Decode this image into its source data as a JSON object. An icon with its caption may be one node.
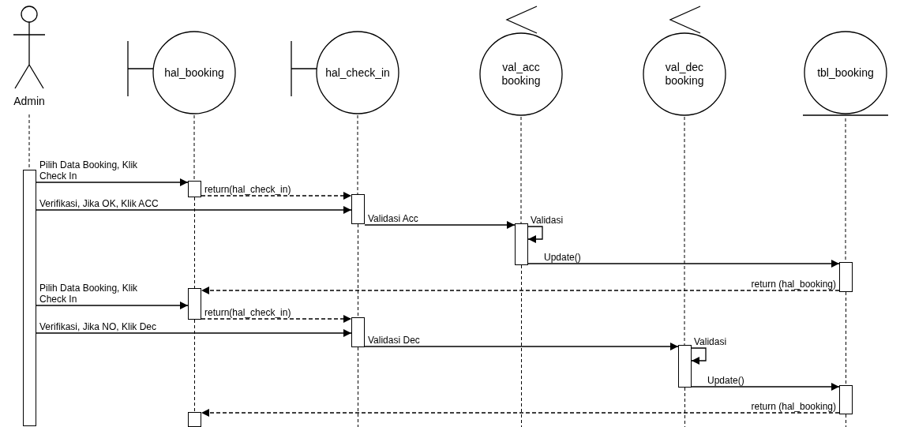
{
  "diagram": {
    "nodes": [
      {
        "text": [
          "Admin"
        ]
      },
      {
        "text": [
          "hal_booking"
        ]
      },
      {
        "text": [
          "hal_check_in"
        ]
      },
      {
        "text": [
          "val_acc booking"
        ]
      },
      {
        "text": [
          "val_dec booking"
        ]
      },
      {
        "text": [
          "tbl_booking"
        ]
      },
      {
        "text": [],
        "shape": "bar"
      },
      {
        "text": [],
        "shape": "bar"
      },
      {
        "text": [],
        "shape": "bar"
      },
      {
        "text": [],
        "shape": "bar"
      },
      {
        "text": [],
        "shape": "bar"
      },
      {
        "text": [],
        "shape": "bar"
      },
      {
        "text": [],
        "shape": "bar"
      },
      {
        "text": [],
        "shape": "bar"
      },
      {
        "text": [],
        "shape": "bar"
      },
      {
        "text": [],
        "shape": "bar"
      }
    ],
    "edges": [
      {
        "from": 6,
        "to": 7,
        "arrow": "to",
        "label": "Pilih Data Booking, Klik Check In"
      },
      {
        "from": 7,
        "to": 8,
        "arrow": "to",
        "label": "return(hal_check_in)",
        "style": "dashed"
      },
      {
        "from": 6,
        "to": 8,
        "arrow": "to",
        "label": "Verifikasi, Jika OK, Klik ACC"
      },
      {
        "from": 8,
        "to": 9,
        "arrow": "to",
        "label": "Validasi Acc"
      },
      {
        "from": 9,
        "to": 9,
        "arrow": "to",
        "label": "Validasi"
      },
      {
        "from": 9,
        "to": 10,
        "arrow": "to",
        "label": "Update()"
      },
      {
        "from": 10,
        "to": 11,
        "arrow": "to",
        "label": "return (hal_booking)",
        "style": "dashed"
      },
      {
        "from": 6,
        "to": 11,
        "arrow": "to",
        "label": "Pilih Data Booking, Klik Check In"
      },
      {
        "from": 11,
        "to": 12,
        "arrow": "to",
        "label": "return(hal_check_in)",
        "style": "dashed"
      },
      {
        "from": 6,
        "to": 12,
        "arrow": "to",
        "label": "Verifikasi, Jika NO, Klik Dec"
      },
      {
        "from": 12,
        "to": 13,
        "arrow": "to",
        "label": "Validasi Dec"
      },
      {
        "from": 13,
        "to": 13,
        "arrow": "to",
        "label": "Validasi"
      },
      {
        "from": 13,
        "to": 14,
        "arrow": "to",
        "label": "Update()"
      },
      {
        "from": 14,
        "to": 15,
        "arrow": "to",
        "label": "return (hal_booking)",
        "style": "dashed"
      },
      {
        "from": 0,
        "to": 6,
        "arrow": "none",
        "style": "dashed"
      },
      {
        "from": 1,
        "to": 7,
        "arrow": "none",
        "style": "dashed"
      },
      {
        "from": 7,
        "to": 11,
        "arrow": "none",
        "style": "dashed"
      },
      {
        "from": 11,
        "to": 15,
        "arrow": "none",
        "style": "dashed"
      },
      {
        "from": 2,
        "to": 8,
        "arrow": "none",
        "style": "dashed"
      },
      {
        "from": 8,
        "to": 12,
        "arrow": "none",
        "style": "dashed"
      },
      {
        "from": 12,
        "to": null,
        "arrow": "none",
        "style": "dashed"
      },
      {
        "from": 3,
        "to": 9,
        "arrow": "none",
        "style": "dashed"
      },
      {
        "from": 9,
        "to": null,
        "arrow": "none",
        "style": "dashed"
      },
      {
        "from": 4,
        "to": 13,
        "arrow": "none",
        "style": "dashed"
      },
      {
        "from": 13,
        "to": null,
        "arrow": "none",
        "style": "dashed"
      },
      {
        "from": 5,
        "to": 10,
        "arrow": "none",
        "style": "dashed"
      },
      {
        "from": 10,
        "to": 14,
        "arrow": "none",
        "style": "dashed"
      },
      {
        "from": 14,
        "to": null,
        "arrow": "none",
        "style": "dashed"
      }
    ]
  }
}
